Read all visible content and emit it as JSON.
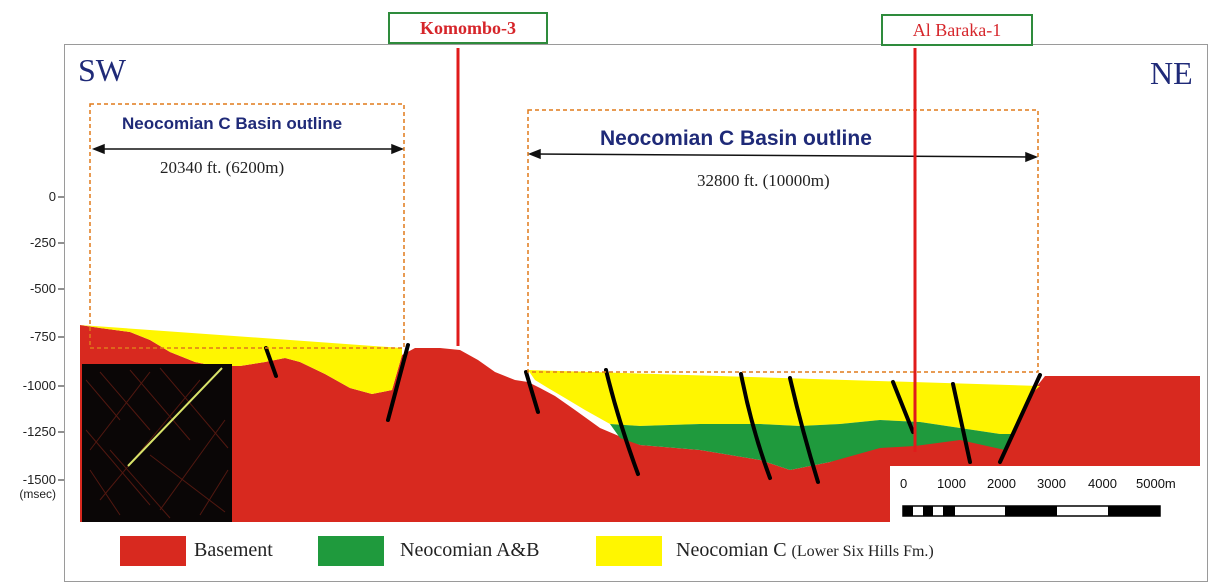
{
  "directions": {
    "left": "SW",
    "right": "NE"
  },
  "wells": [
    {
      "name": "Komombo-3"
    },
    {
      "name": "Al Baraka-1"
    }
  ],
  "y_axis": {
    "ticks": [
      "0",
      "-250",
      "-500",
      "-750",
      "-1000",
      "-1250",
      "-1500"
    ],
    "unit": "(msec)"
  },
  "basins": [
    {
      "title": "Neocomian C Basin outline",
      "width": "20340 ft. (6200m)"
    },
    {
      "title": "Neocomian C Basin outline",
      "width": "32800 ft. (10000m)"
    }
  ],
  "legend": [
    {
      "color": "#d8291f",
      "label": "Basement",
      "note": ""
    },
    {
      "color": "#1f9a3d",
      "label": "Neocomian A&B",
      "note": ""
    },
    {
      "color": "#fff600",
      "label": "Neocomian C",
      "note": "(Lower Six Hills Fm.)"
    }
  ],
  "scale_bar": {
    "labels": [
      "0",
      "1000",
      "2000",
      "3000",
      "4000",
      "5000m"
    ]
  },
  "colors": {
    "basement": "#d8291f",
    "neocomian_ab": "#1f9a3d",
    "neocomian_c": "#fff600",
    "well_line": "#e01b1b",
    "basin_outline": "#e07a1a",
    "title_text": "#1f2a78"
  }
}
